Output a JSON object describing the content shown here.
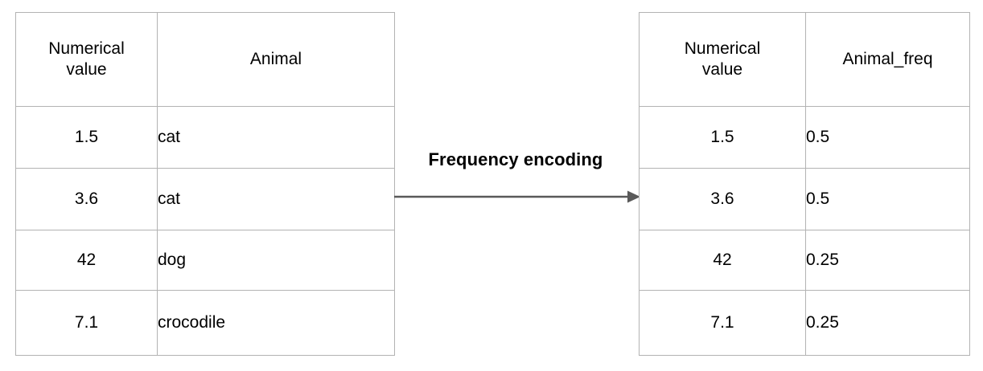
{
  "diagram": {
    "title_label": "Frequency encoding",
    "arrow": {
      "name": "right-arrow",
      "direction": "left-to-right",
      "color": "#595959"
    },
    "border_color": "#b3b3b3",
    "background_color": "#ffffff",
    "text_color": "#000000"
  },
  "source_table": {
    "name": "source-table",
    "headers": [
      "Numerical value",
      "Animal"
    ],
    "header_line1": [
      "Numerical",
      "Animal"
    ],
    "header_line2": [
      "value",
      ""
    ],
    "rows": [
      {
        "numerical_value": "1.5",
        "animal": "cat"
      },
      {
        "numerical_value": "3.6",
        "animal": "cat"
      },
      {
        "numerical_value": "42",
        "animal": "dog"
      },
      {
        "numerical_value": "7.1",
        "animal": "crocodile"
      }
    ]
  },
  "encoded_table": {
    "name": "encoded-table",
    "headers": [
      "Numerical value",
      "Animal_freq"
    ],
    "header_line1": [
      "Numerical",
      "Animal_freq"
    ],
    "header_line2": [
      "value",
      ""
    ],
    "rows": [
      {
        "numerical_value": "1.5",
        "animal_freq": "0.5"
      },
      {
        "numerical_value": "3.6",
        "animal_freq": "0.5"
      },
      {
        "numerical_value": "42",
        "animal_freq": "0.25"
      },
      {
        "numerical_value": "7.1",
        "animal_freq": "0.25"
      }
    ]
  }
}
